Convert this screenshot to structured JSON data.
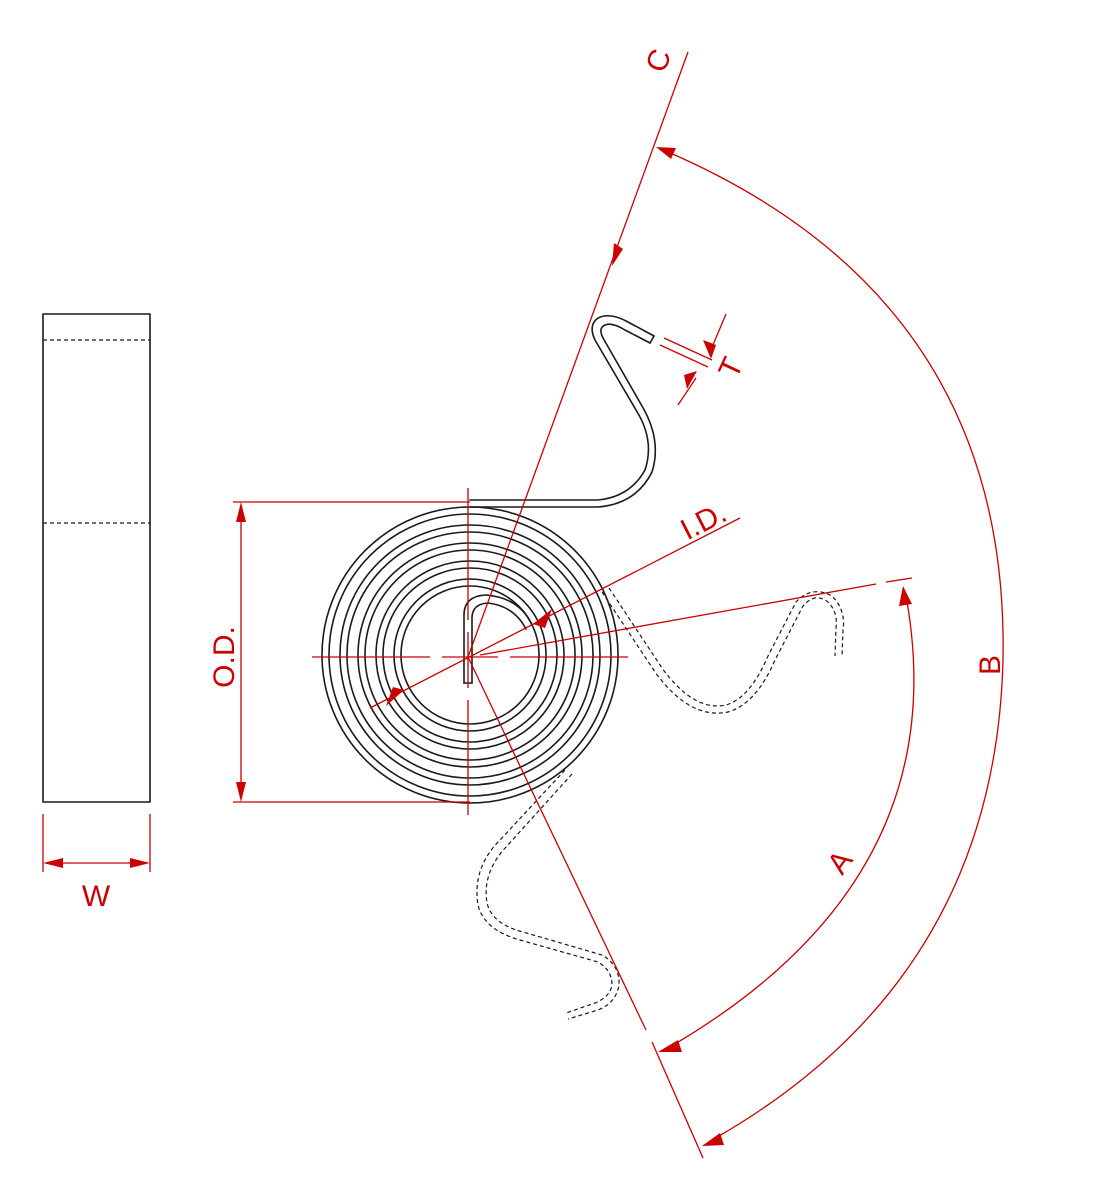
{
  "colors": {
    "dimension": "#cc0000",
    "outline": "#1a1a1a",
    "background": "#ffffff"
  },
  "labels": {
    "od": "O.D.",
    "id": "I.D.",
    "w": "W",
    "t": "T",
    "a": "A",
    "b": "B",
    "c": "C"
  }
}
